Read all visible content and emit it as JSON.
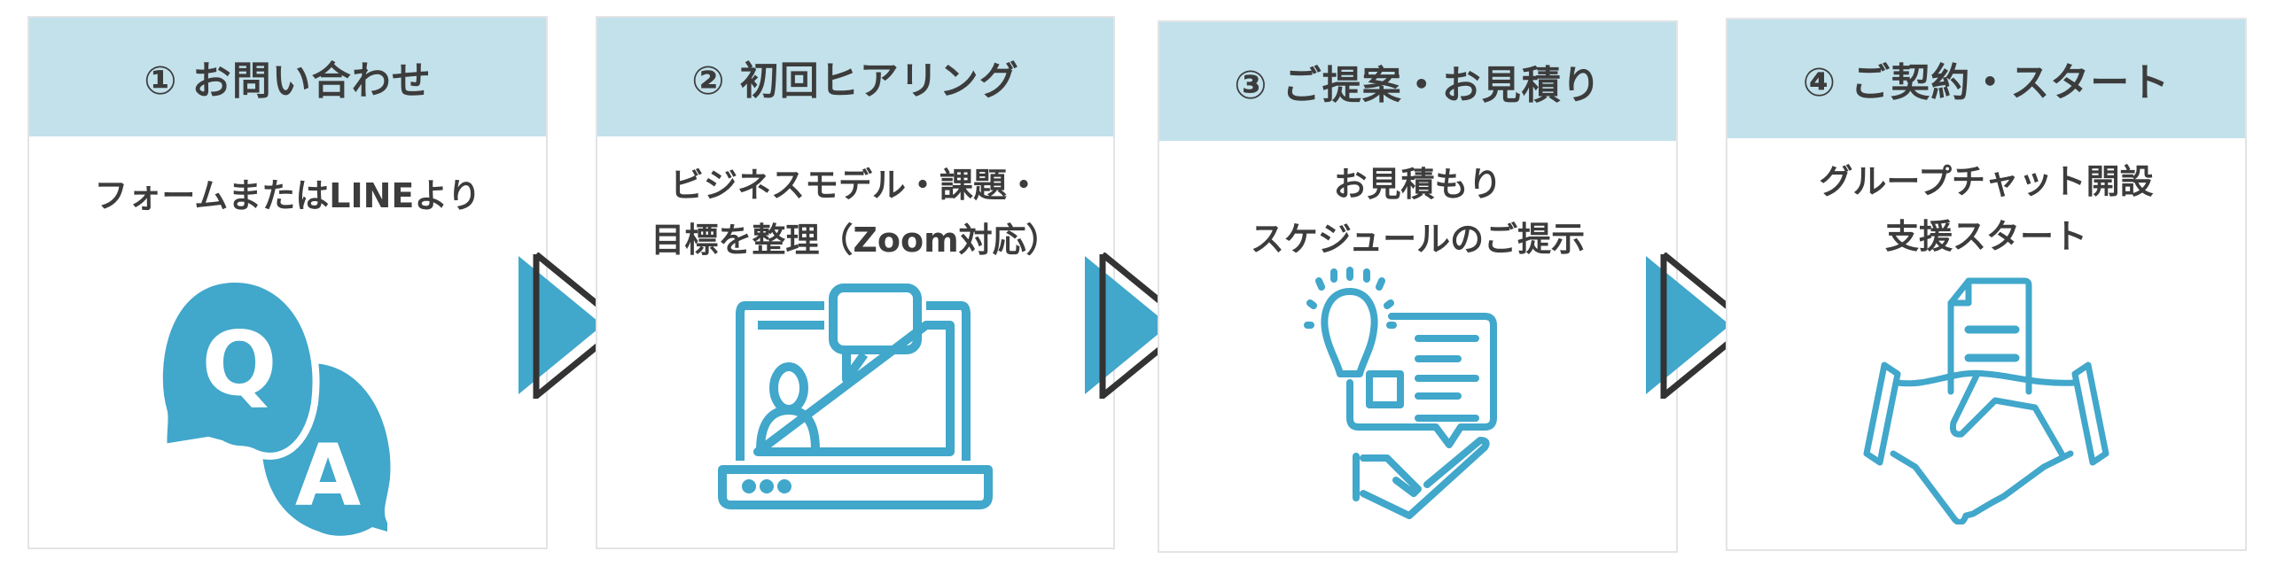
{
  "steps": [
    {
      "title": "① お問い合わせ",
      "lines": [
        "フォームまたはLINEより"
      ],
      "icon": "qa-bubbles-icon"
    },
    {
      "title": "② 初回ヒアリング",
      "lines": [
        "ビジネスモデル・課題・",
        "目標を整理（Zoom対応）"
      ],
      "icon": "laptop-video-call-icon"
    },
    {
      "title": "③ ご提案・お見積り",
      "lines": [
        "お見積もり",
        "スケジュールのご提示"
      ],
      "icon": "idea-proposal-hand-icon"
    },
    {
      "title": "④ ご契約・スタート",
      "lines": [
        "グループチャット開設",
        "支援スタート"
      ],
      "icon": "handshake-contract-icon"
    }
  ],
  "icon_letters": {
    "q": "Q",
    "a": "A"
  },
  "colors": {
    "header_bg": "#c2e1eb",
    "accent": "#41a7cb",
    "text": "#3c3c3c"
  }
}
